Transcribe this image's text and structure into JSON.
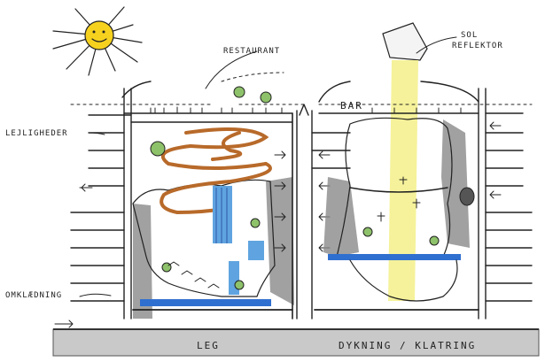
{
  "labels": {
    "restaurant": "RESTAURANT",
    "sol_reflektor_line1": "SOL",
    "sol_reflektor_line2": "REFLEKTOR",
    "lejligheder": "LEJLIGHEDER",
    "omklaedning": "OMKLÆDNING",
    "bar": "BAR",
    "leg": "LEG",
    "dykning_klatring": "DYKNING / KLATRING"
  },
  "colors": {
    "ink": "#222222",
    "sun": "#f6d21f",
    "light_beam": "#f3f08a",
    "water": "#2f6fd0",
    "waterfall": "#5fa4e0",
    "grey_wall": "#8a8a8a",
    "slide": "#b86a2a",
    "tree": "#8ec26a",
    "ground": "#bdbdbd"
  },
  "icons": [
    "sun-icon",
    "solar-reflector-icon",
    "arrow-icon",
    "tree-icon",
    "person-icon"
  ]
}
